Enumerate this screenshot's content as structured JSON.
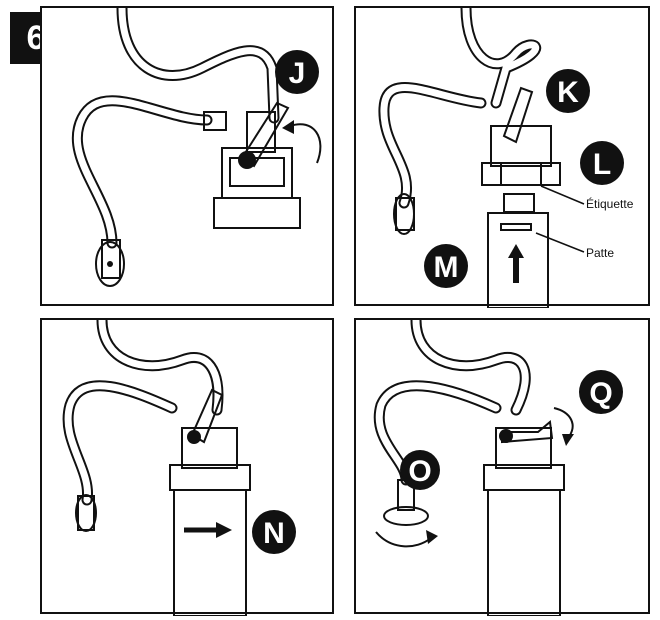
{
  "step_number": "6",
  "callouts": {
    "J": "J",
    "K": "K",
    "L": "L",
    "M": "M",
    "N": "N",
    "O": "O",
    "Q": "Q"
  },
  "labels": {
    "etiquette": "Étiquette",
    "patte": "Patte"
  },
  "colors": {
    "ink": "#111111",
    "filter_grey": "#b3b3b3",
    "paper": "#ffffff"
  }
}
